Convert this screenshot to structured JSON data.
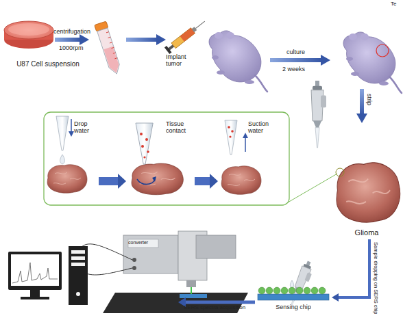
{
  "diagram": {
    "nodes": [
      {
        "text": [
          "U87 Cell suspension"
        ]
      },
      {
        "text": [
          "Drop water"
        ]
      },
      {
        "text": [
          "Tissue contact"
        ]
      },
      {
        "text": [
          "Suction water"
        ]
      },
      {
        "text": [
          "Glioma"
        ]
      },
      {
        "text": [
          "converter"
        ]
      },
      {
        "text": [
          "Sensing chip"
        ]
      }
    ],
    "edges": [
      {
        "from": 1,
        "to": 2,
        "arrow": "to"
      },
      {
        "from": 2,
        "to": 3,
        "arrow": "to"
      },
      {
        "from": 4,
        "to": 6,
        "label": "Sample dropping on SERS chip",
        "arrow": "to"
      },
      {
        "from": 6,
        "to": 5,
        "label": "SERS spectra acquisition",
        "arrow": "to"
      }
    ],
    "labels": [
      "Te",
      "centrifugation",
      "1000rpm",
      "Implant tumor",
      "culture",
      "2 weeks",
      "strip"
    ]
  }
}
